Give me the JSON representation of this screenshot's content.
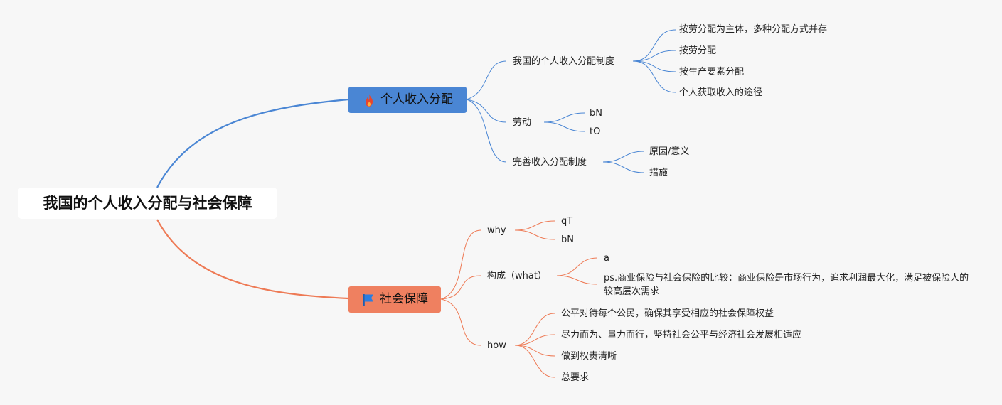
{
  "root": {
    "label": "我国的个人收入分配与社会保障"
  },
  "colors": {
    "blue": "#4a86d4",
    "orange": "#ef8060",
    "blue_line": "#4a86d4",
    "orange_line": "#ee7a55"
  },
  "branches": [
    {
      "label": "个人收入分配",
      "icon": "fire-icon",
      "children": [
        {
          "label": "我国的个人收入分配制度",
          "children": [
            "按劳分配为主体，多种分配方式并存",
            "按劳分配",
            "按生产要素分配",
            "个人获取收入的途径"
          ]
        },
        {
          "label": "劳动",
          "children": [
            "bN",
            "tO"
          ]
        },
        {
          "label": "完善收入分配制度",
          "children": [
            "原因/意义",
            "措施"
          ]
        }
      ]
    },
    {
      "label": "社会保障",
      "icon": "flag-icon",
      "children": [
        {
          "label": "why",
          "children": [
            "qT",
            "bN"
          ]
        },
        {
          "label": "构成（what）",
          "children": [
            "a",
            "ps.商业保险与社会保险的比较：商业保险是市场行为，追求利润最大化，满足被保险人的较高层次需求"
          ]
        },
        {
          "label": "how",
          "children": [
            "公平对待每个公民，确保其享受相应的社会保障权益",
            "尽力而为、量力而行，坚持社会公平与经济社会发展相适应",
            "做到权责清晰",
            "总要求"
          ]
        }
      ]
    }
  ]
}
